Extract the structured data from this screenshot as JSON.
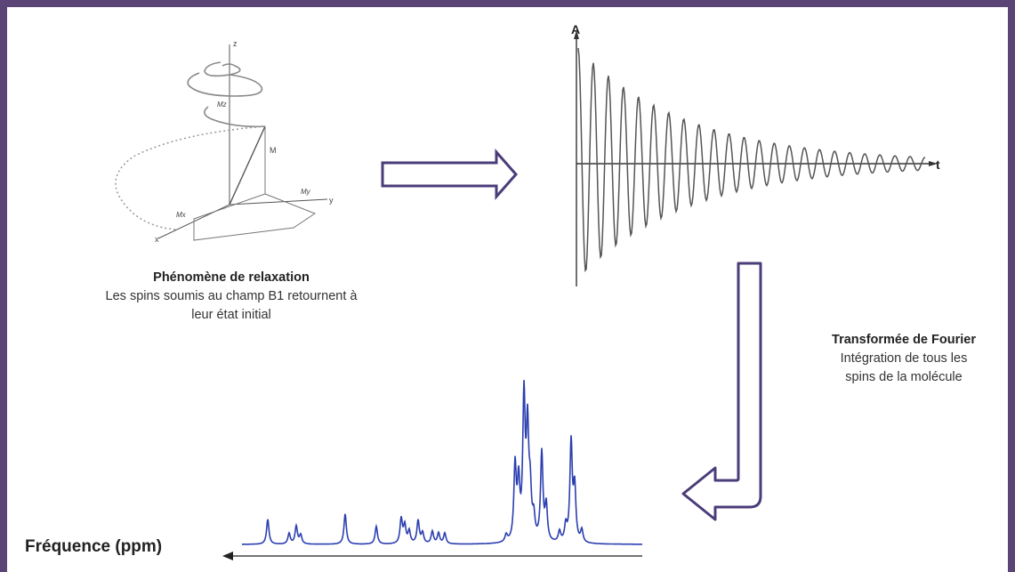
{
  "relaxation": {
    "title": "Phénomène de relaxation",
    "line1": "Les spins soumis au champ B1 retournent  à",
    "line2": "leur état initial"
  },
  "fourier": {
    "title": "Transformée de Fourier",
    "line1": "Intégration de tous les",
    "line2": "spins de la molécule"
  },
  "fid": {
    "y_axis_label": "A",
    "x_axis_label": "t"
  },
  "spectrum": {
    "axis_label": "Fréquence (ppm)"
  },
  "axes3d": {
    "z": "z",
    "x": "x",
    "y": "y",
    "m": "M",
    "mz": "Mz",
    "mx": "Mx",
    "my": "My"
  },
  "colors": {
    "frame": "#5b4577",
    "spectrum": "#2b3fb0",
    "arrow": "#4b3c7a"
  }
}
